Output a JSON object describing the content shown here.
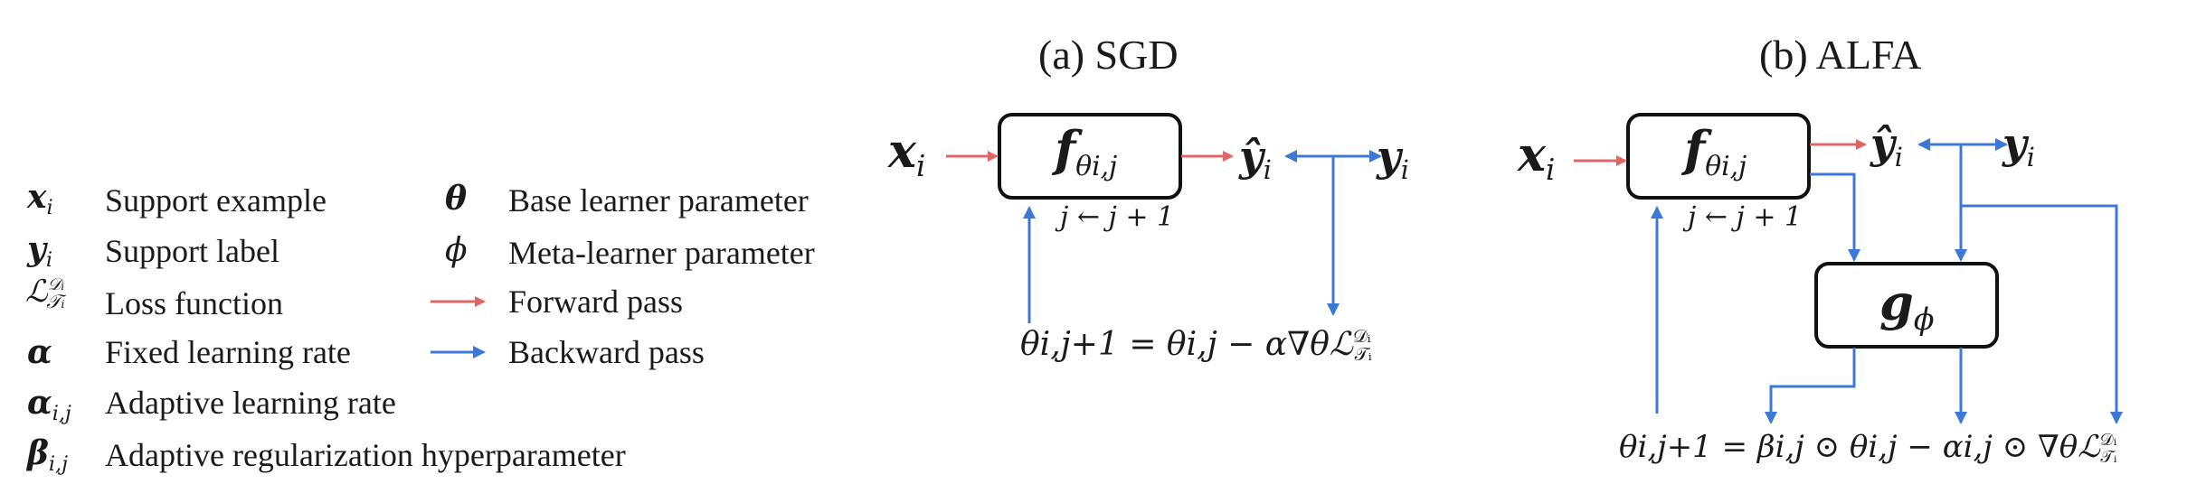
{
  "legend": {
    "left": [
      {
        "symbol": "x",
        "sub": "i",
        "label": "Support example"
      },
      {
        "symbol": "y",
        "sub": "i",
        "label": "Support label"
      },
      {
        "symbol": "ℒ",
        "sup": "𝒟ᵢ",
        "sub": "𝒯ᵢ",
        "label": "Loss function"
      },
      {
        "symbol": "α",
        "label": "Fixed learning rate"
      },
      {
        "symbol": "α",
        "sub": "i,j",
        "label": "Adaptive learning rate"
      },
      {
        "symbol": "β",
        "sub": "i,j",
        "label": "Adaptive regularization hyperparameter"
      }
    ],
    "right": [
      {
        "symbol": "θ",
        "label": "Base learner parameter"
      },
      {
        "symbol": "ϕ",
        "label": "Meta-learner parameter"
      },
      {
        "label": "Forward pass"
      },
      {
        "label": "Backward pass"
      }
    ]
  },
  "panel_a": {
    "title": "(a) SGD",
    "input": "x",
    "input_sub": "i",
    "node_f": "f",
    "node_f_sub": "θi,j",
    "yhat": "ŷ",
    "yhat_sub": "i",
    "target": "y",
    "target_sub": "i",
    "step": "j ← j + 1",
    "update_lhs": "θi,j+1",
    "update_rhs": "= θi,j − α∇θℒ"
  },
  "panel_b": {
    "title": "(b) ALFA",
    "input": "x",
    "input_sub": "i",
    "node_f": "f",
    "node_f_sub": "θi,j",
    "yhat": "ŷ",
    "yhat_sub": "i",
    "target": "y",
    "target_sub": "i",
    "step": "j ← j + 1",
    "node_g": "g",
    "node_g_sub": "ϕ",
    "update": "θi,j+1 = βi,j ⊙ θi,j − αi,j ⊙ ∇θℒ"
  },
  "colors": {
    "forward": "#e06666",
    "backward": "#3c78d8",
    "box": "#111111"
  }
}
